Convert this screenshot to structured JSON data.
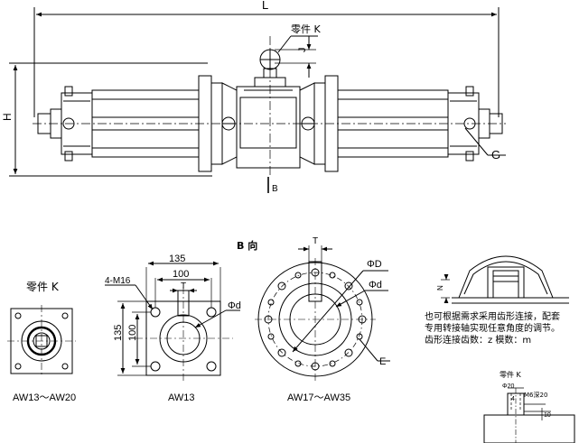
{
  "top_view": {
    "dim_L": "L",
    "dim_H": "H",
    "dim_J": "J",
    "dim_G": "G",
    "part_k_label": "零件 K",
    "view_arrow_label": "B"
  },
  "section_title": "B 向",
  "part_k_view": {
    "title": "零件 K",
    "caption": "AW13～AW20"
  },
  "aw13_view": {
    "dim_outer": "135",
    "dim_inner": "100",
    "dim_outer_v": "135",
    "dim_inner_v": "100",
    "dim_T": "T",
    "dim_d": "Φd",
    "bolt_label": "4-M16",
    "caption": "AW13"
  },
  "aw17_view": {
    "dim_T": "T",
    "dim_D": "ΦD",
    "dim_d": "Φd",
    "dim_E": "E",
    "caption": "AW17～AW35"
  },
  "gear_view": {
    "dim_N": "N",
    "note_line1": "也可根据需求采用齿形连接，配套",
    "note_line2": "专用转接轴实现任意角度的调节。",
    "note_line3": "齿形连接齿数：z  模数：m"
  },
  "part_k_detail": {
    "title": "零件 K",
    "dim_phi20": "Φ20",
    "dim_m6": "M6深20",
    "dim_4": "4",
    "dim_10": "10"
  }
}
